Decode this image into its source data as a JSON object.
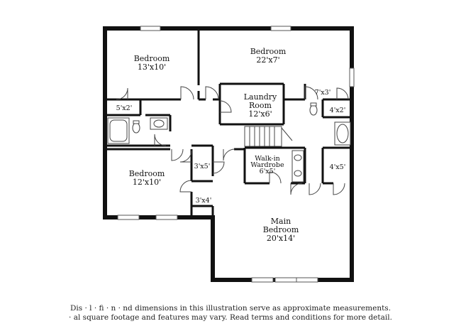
{
  "rooms": {
    "bedroom_nw": {
      "name": "Bedroom",
      "dim": "13'x10'"
    },
    "bedroom_n": {
      "name": "Bedroom",
      "dim": "22'x7'"
    },
    "laundry": {
      "name1": "Laundry",
      "name2": "Room",
      "dim": "12'x6'"
    },
    "closet_7x3": {
      "dim": "7'x3'"
    },
    "closet_5x2": {
      "dim": "5'x2'"
    },
    "closet_4x2": {
      "dim": "4'x2'"
    },
    "bedroom_sw": {
      "name": "Bedroom",
      "dim": "12'x10'"
    },
    "closet_3x5": {
      "dim": "3'x5'"
    },
    "walkin": {
      "name1": "Walk-in",
      "name2": "Wardrobe",
      "dim": "6'x5'"
    },
    "closet_4x5": {
      "dim": "4'x5'"
    },
    "closet_3x4": {
      "dim": "3'x4'"
    },
    "main_bedroom": {
      "name1": "Main",
      "name2": "Bedroom",
      "dim": "20'x14'"
    }
  },
  "disclaimer": {
    "line1": "Dis  ·  l · fi  ·  n ·  nd dimensions in this illustration serve as approximate measurements.",
    "line2": "·  al square footage and features may vary. Read terms and conditions for more detail."
  }
}
